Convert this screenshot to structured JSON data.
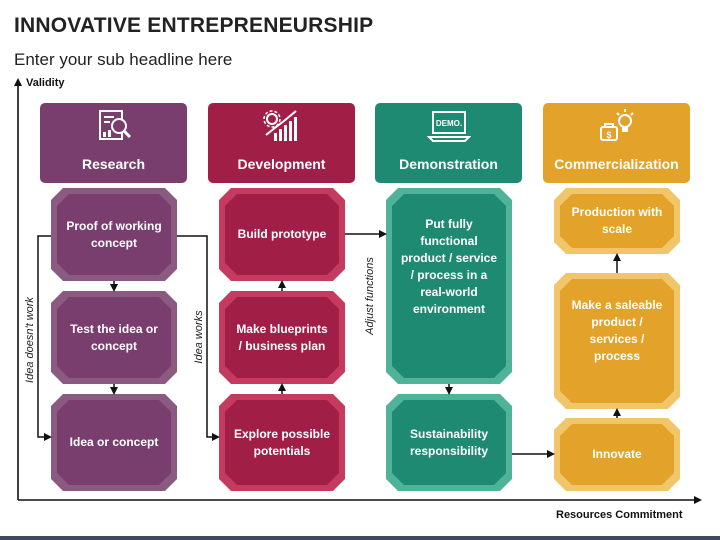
{
  "title": "INNOVATIVE ENTREPRENEURSHIP",
  "subtitle": "Enter your sub headline here",
  "axes": {
    "y_label": "Validity",
    "x_label": "Resources Commitment"
  },
  "columns": [
    {
      "name": "Research",
      "color": "#7a3e6e",
      "icon": "research-document-icon",
      "cards": [
        "Proof of working concept",
        "Test the idea or concept",
        "Idea or concept"
      ]
    },
    {
      "name": "Development",
      "color": "#a11e47",
      "icon": "growth-chart-gear-icon",
      "cards": [
        "Build prototype",
        "Make blueprints / business plan",
        "Explore possible potentials"
      ]
    },
    {
      "name": "Demonstration",
      "color": "#1f8a72",
      "icon": "laptop-demo-icon",
      "icon_text": "DEMO.",
      "cards": [
        "Put fully functional product / service  /  process in a real-world environment",
        "Sustainability responsibility"
      ]
    },
    {
      "name": "Commercialization",
      "color": "#e3a22a",
      "icon": "money-bag-idea-icon",
      "cards": [
        "Production with scale",
        "Make a saleable product / services / process",
        "Innovate"
      ]
    }
  ],
  "side_labels": {
    "idea_doesnt_work": "Idea doesn't work",
    "idea_works": "Idea works",
    "adjust_functions": "Adjust functions"
  }
}
